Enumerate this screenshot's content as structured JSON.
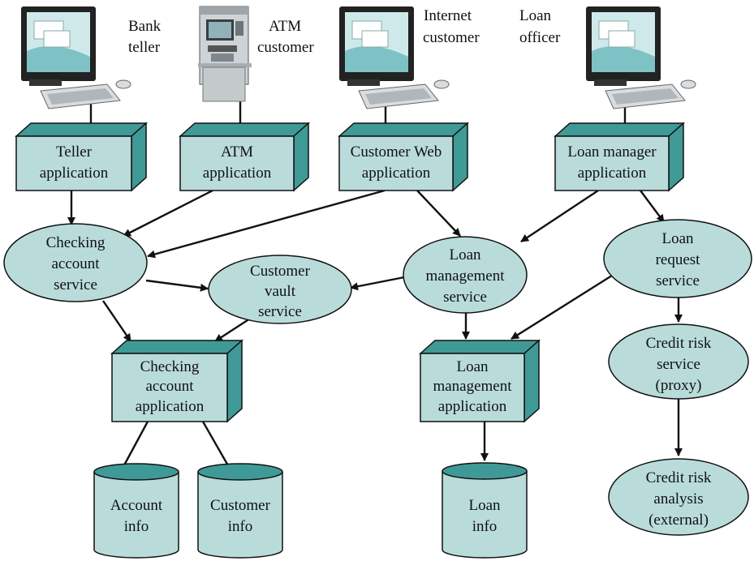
{
  "colors": {
    "fill": "#b9dcdb",
    "fill_dark": "#3f9a97",
    "stroke": "#111111",
    "screen_frame": "#222222",
    "screen": "#cfe9ea",
    "atm_body": "#cfd3d6"
  },
  "actors": {
    "bank_teller": [
      "Bank",
      "teller"
    ],
    "atm_customer": [
      "ATM",
      "customer"
    ],
    "internet_customer": [
      "Internet",
      "customer"
    ],
    "loan_officer": [
      "Loan",
      "officer"
    ]
  },
  "applications": {
    "teller": [
      "Teller",
      "application"
    ],
    "atm": [
      "ATM",
      "application"
    ],
    "customer_web": [
      "Customer Web",
      "application"
    ],
    "loan_manager": [
      "Loan manager",
      "application"
    ],
    "checking_account": [
      "Checking",
      "account",
      "application"
    ],
    "loan_management": [
      "Loan",
      "management",
      "application"
    ]
  },
  "services": {
    "checking_account": [
      "Checking",
      "account",
      "service"
    ],
    "customer_vault": [
      "Customer",
      "vault",
      "service"
    ],
    "loan_management": [
      "Loan",
      "management",
      "service"
    ],
    "loan_request": [
      "Loan",
      "request",
      "service"
    ],
    "credit_risk_proxy": [
      "Credit risk",
      "service",
      "(proxy)"
    ],
    "credit_risk_analysis": [
      "Credit risk",
      "analysis",
      "(external)"
    ]
  },
  "databases": {
    "account_info": [
      "Account",
      "info"
    ],
    "customer_info": [
      "Customer",
      "info"
    ],
    "loan_info": [
      "Loan",
      "info"
    ]
  }
}
